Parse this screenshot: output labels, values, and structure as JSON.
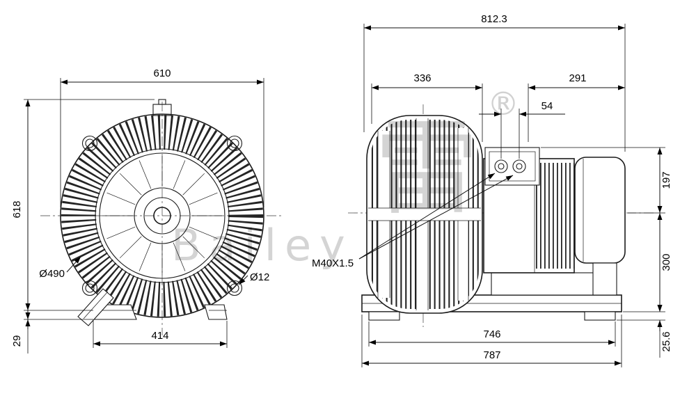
{
  "colors": {
    "background": "#ffffff",
    "line": "#1a1a1a",
    "watermark": "#c6c6c6"
  },
  "watermark": {
    "cjk_character": "雷",
    "registered_mark": "®",
    "latin_text": "Bailey"
  },
  "front_view": {
    "dims": {
      "overall_width": "610",
      "overall_height": "618",
      "housing_diameter": "Ø490",
      "mount_hole_diameter": "Ø12",
      "foot_span": "414",
      "foot_pad_height": "29"
    }
  },
  "side_view": {
    "dims": {
      "overall_length": "812.3",
      "housing_length": "336",
      "motor_length": "291",
      "gland_spacing": "54",
      "height_above_axis": "197",
      "axis_to_base": "300",
      "pad_height": "25.6",
      "base_span_inner": "746",
      "base_span_outer": "787"
    },
    "labels": {
      "cable_gland_thread": "M40X1.5"
    }
  }
}
